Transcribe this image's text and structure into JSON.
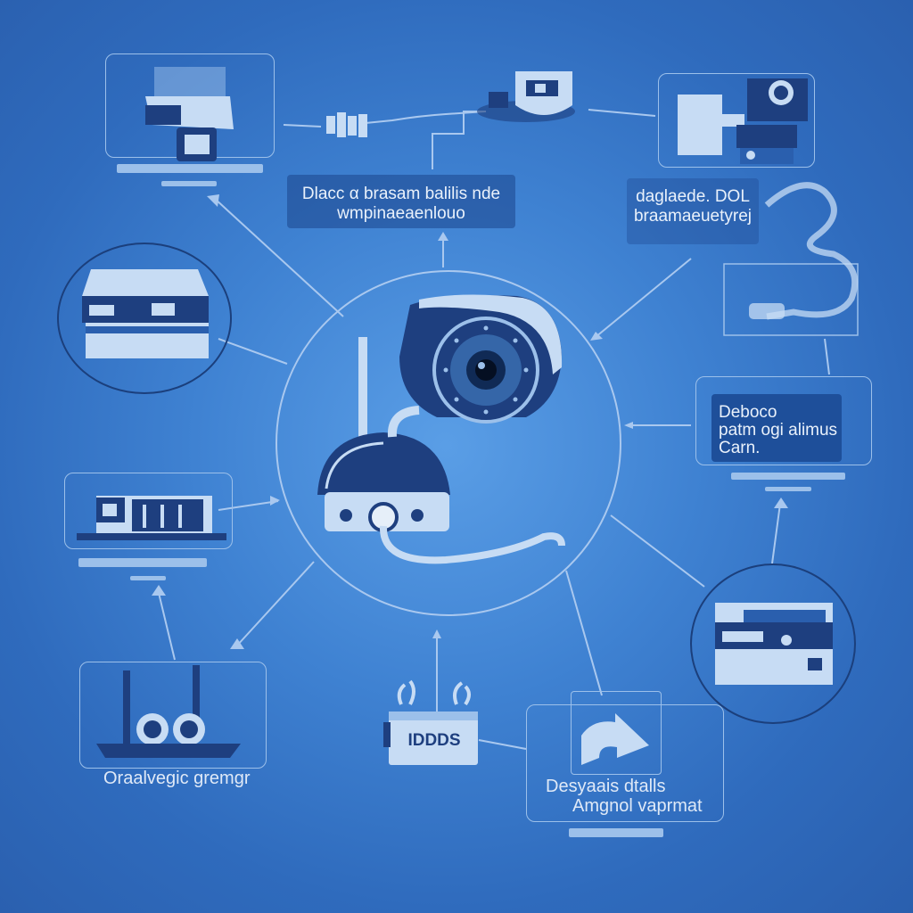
{
  "labels": {
    "top_center_line1": "Dlacc α brasam balilis nde",
    "top_center_line2": "wmpinaeaenlouo",
    "top_right_line1": "daglaede. DOL",
    "top_right_line2": "braamaeuetyrej",
    "right_line1": "Deboco",
    "right_line2": "patm ogi alimus",
    "right_line3": "Carn.",
    "bottom_center_tag": "IDDDS",
    "bottom_left_caption": "Oraalvegic gremgr",
    "bottom_right_line1": "Desyaais dtalls",
    "bottom_right_line2": "Amgnol vaprmat"
  },
  "colors": {
    "background": "#3f82d2",
    "line": "#a9c8ef",
    "device_dark": "#1e3f7f",
    "device_light": "#c7dcf4"
  },
  "icons": {
    "center": "security-camera-icon",
    "top_left": "scanner-device-icon",
    "top_center": "router-icon",
    "top_right": "control-panel-icon",
    "left": "dvr-recorder-icon",
    "middle_left": "server-rack-icon",
    "bottom_left": "storage-drive-icon",
    "bottom_center": "plant-box-icon",
    "bottom_right": "arrow-icon",
    "right_bottom": "nvr-recorder-icon",
    "right_top": "cable-icon"
  }
}
